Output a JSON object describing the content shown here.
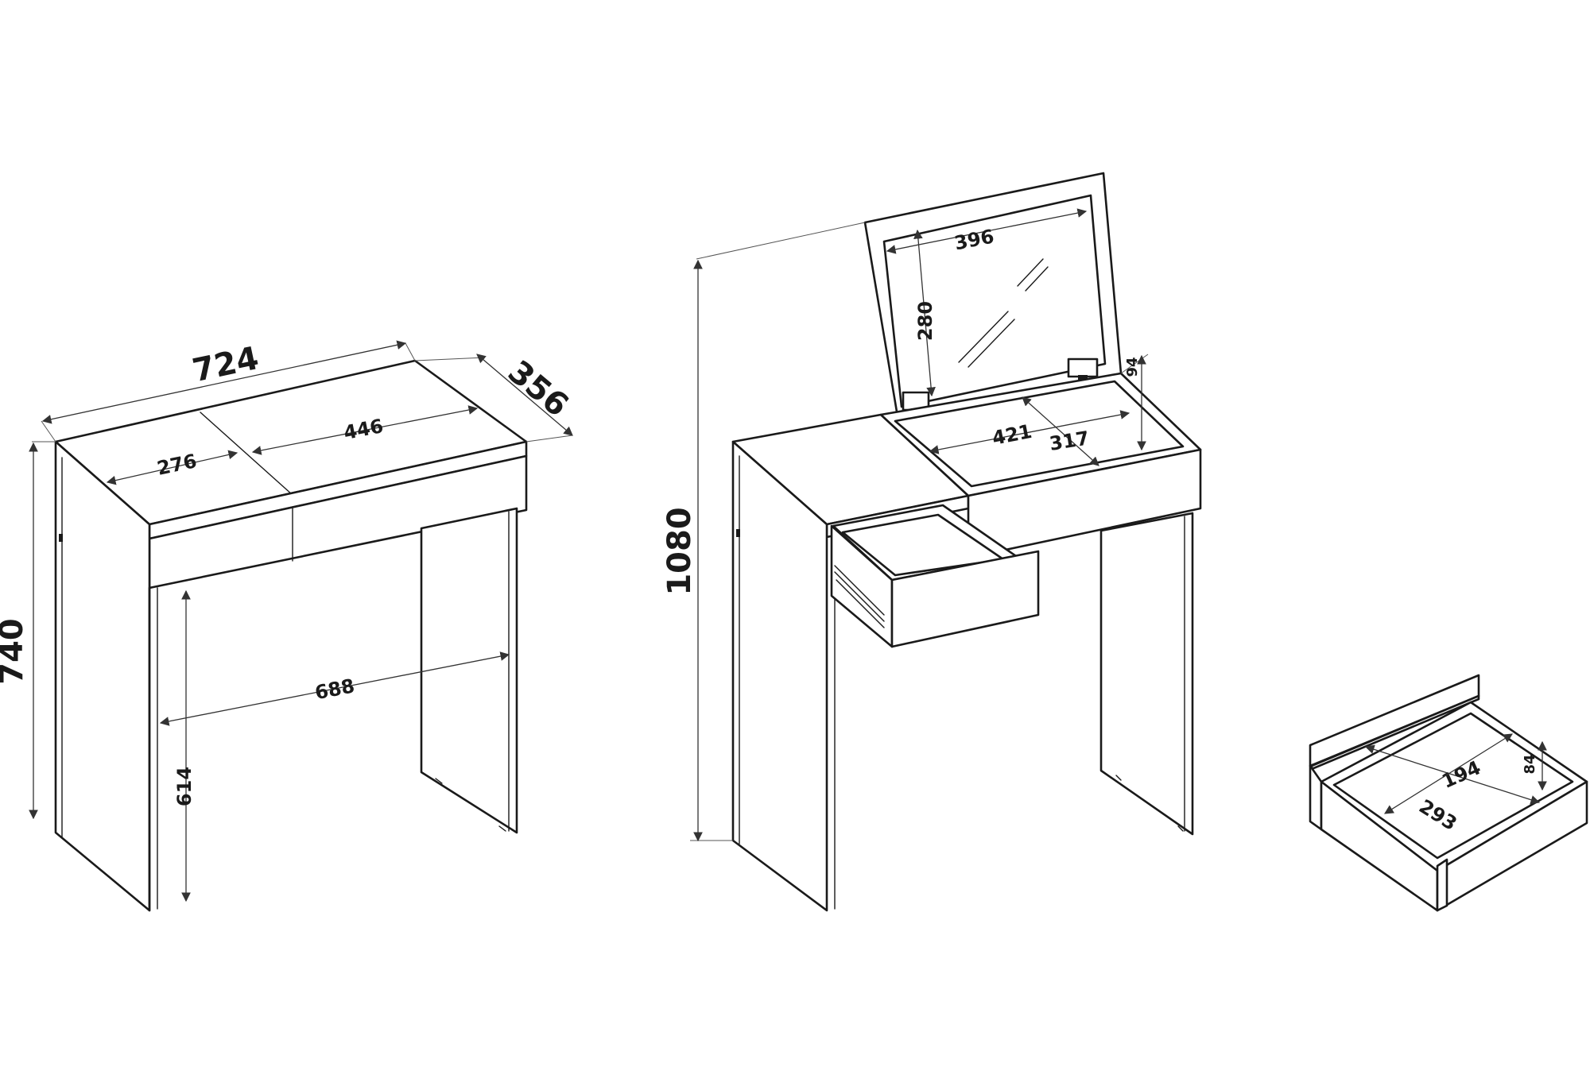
{
  "colors": {
    "line": "#1a1a1a",
    "background": "#ffffff"
  },
  "table_closed": {
    "width": "724",
    "depth": "356",
    "height": "740",
    "lid_left": "276",
    "lid_right": "446",
    "leg_gap": "688",
    "knee_height": "614"
  },
  "table_open": {
    "total_height": "1080",
    "mirror_width": "396",
    "mirror_height": "280",
    "compartment_depth": "94",
    "compartment_width": "421",
    "compartment_length": "317"
  },
  "drawer": {
    "inner_width": "194",
    "inner_length": "293",
    "height": "84"
  }
}
